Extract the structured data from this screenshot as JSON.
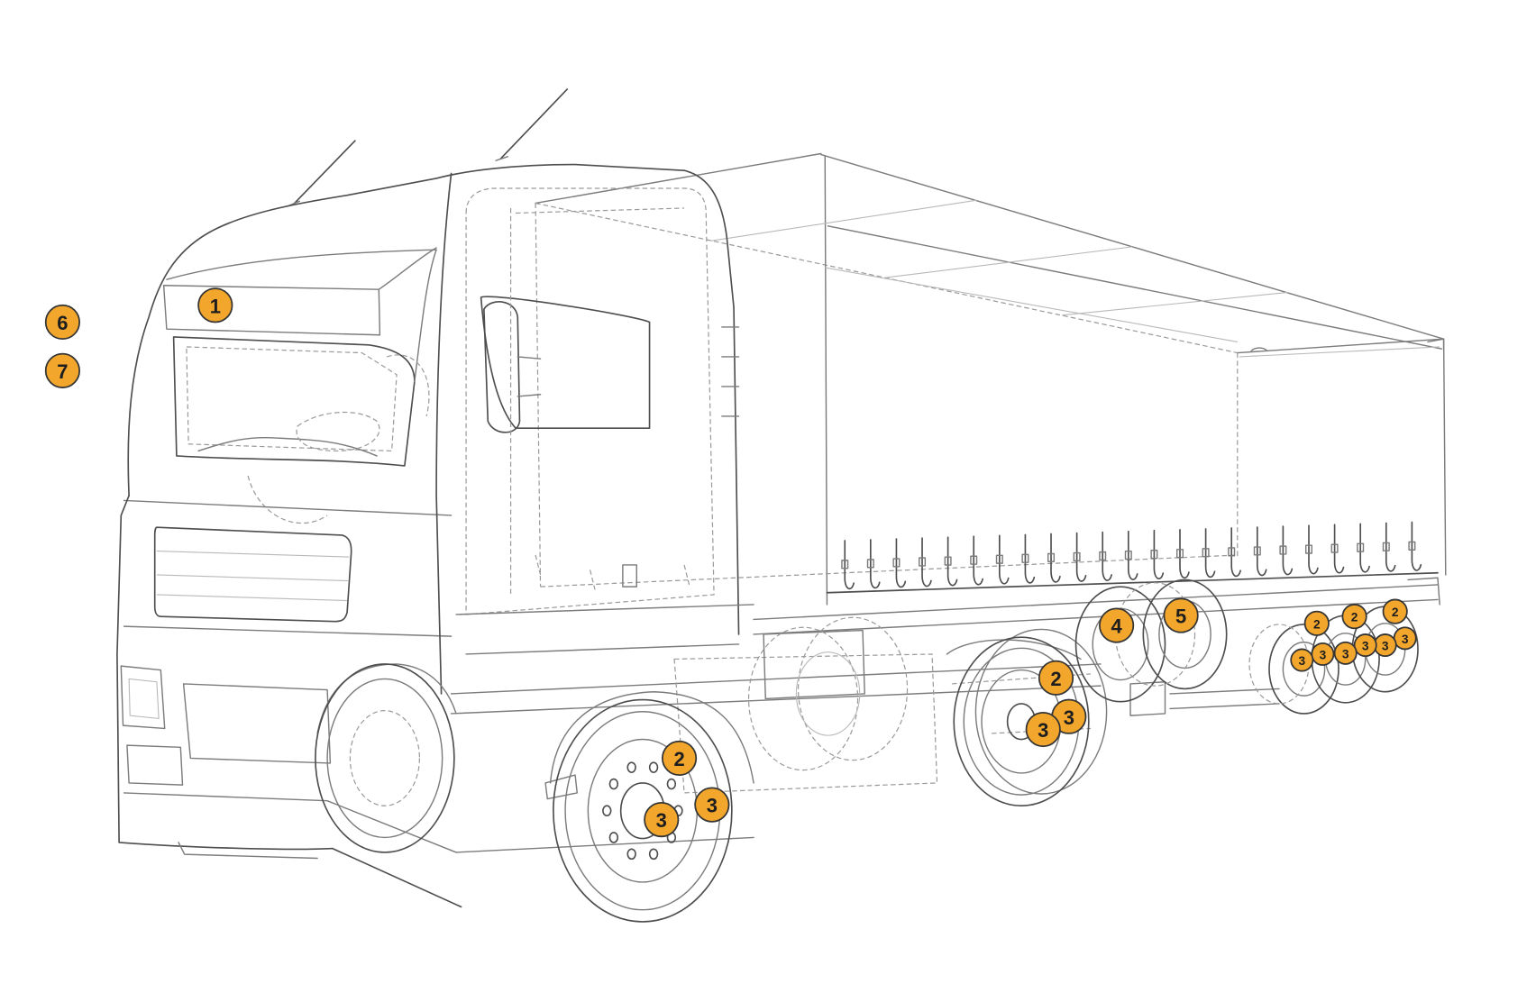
{
  "marker_color": "#F2A62C",
  "marker_border_color": "#353535",
  "markers": [
    {
      "label": "6"
    },
    {
      "label": "7"
    },
    {
      "label": "1"
    },
    {
      "label": "2"
    },
    {
      "label": "3"
    },
    {
      "label": "3"
    },
    {
      "label": "2"
    },
    {
      "label": "3"
    },
    {
      "label": "3"
    },
    {
      "label": "4"
    },
    {
      "label": "5"
    },
    {
      "label": "2"
    },
    {
      "label": "2"
    },
    {
      "label": "2"
    },
    {
      "label": "3"
    },
    {
      "label": "3"
    },
    {
      "label": "3"
    },
    {
      "label": "3"
    },
    {
      "label": "3"
    },
    {
      "label": "3"
    }
  ]
}
